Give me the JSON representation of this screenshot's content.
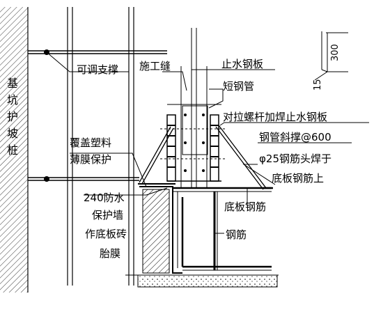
{
  "labels": {
    "pit_slope_pile": [
      "基",
      "坑",
      "护",
      "坡",
      "桩"
    ],
    "adjustable_support": "可调支撑",
    "construction_joint": "施工缝",
    "waterstop_steel_plate": "止水钢板",
    "short_steel_pipe": "短钢管",
    "tie_bolt_waterstop": "对拉螺杆加焊止水钢板",
    "plastic_film": [
      "覆盖塑料",
      "薄膜保护"
    ],
    "steel_pipe_brace": "钢管斜撑@600",
    "rebar_head_weld": [
      "φ25钢筋头焊于",
      "底板钢筋上"
    ],
    "protective_wall": [
      "240防水",
      "保护墙",
      "作底板砖",
      "胎膜"
    ],
    "bottom_slab_rebar": "底板钢筋",
    "rebar": "钢筋"
  },
  "dimensions": {
    "height_300": "300",
    "offset_15": "15"
  },
  "colors": {
    "line": "#000000",
    "hatch": "#555555",
    "background": "#ffffff"
  }
}
